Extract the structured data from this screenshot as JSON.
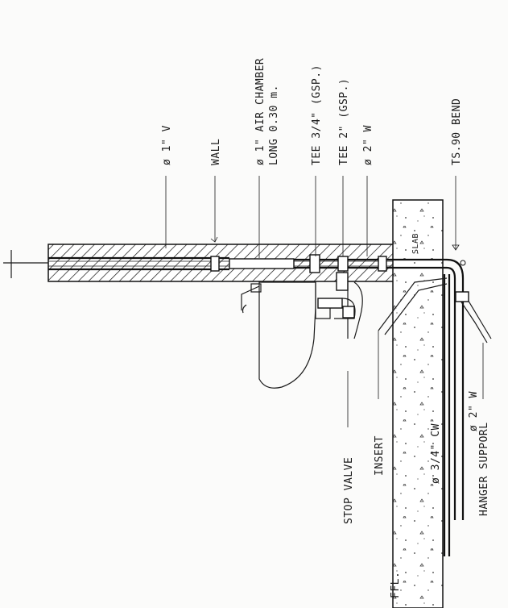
{
  "labels": {
    "vent": "ø 1\" V",
    "wall": "WALL",
    "air_chamber_1": "ø 1\" AIR CHAMBER",
    "air_chamber_2": "LONG 0.30 m.",
    "tee_34": "TEE 3/4\" (GSP.)",
    "tee_2": "TEE 2\" (GSP.)",
    "waste_top": "ø 2\" W",
    "bend": "TS.90 BEND",
    "slab": "SLAB",
    "cold_water": "ø 3/4\" CW",
    "waste_bottom": "ø 2\" W",
    "stop_valve": "STOP VALVE",
    "insert": "INSERT",
    "hanger": "HANGER SUPPORL",
    "ffl": "FFL."
  }
}
